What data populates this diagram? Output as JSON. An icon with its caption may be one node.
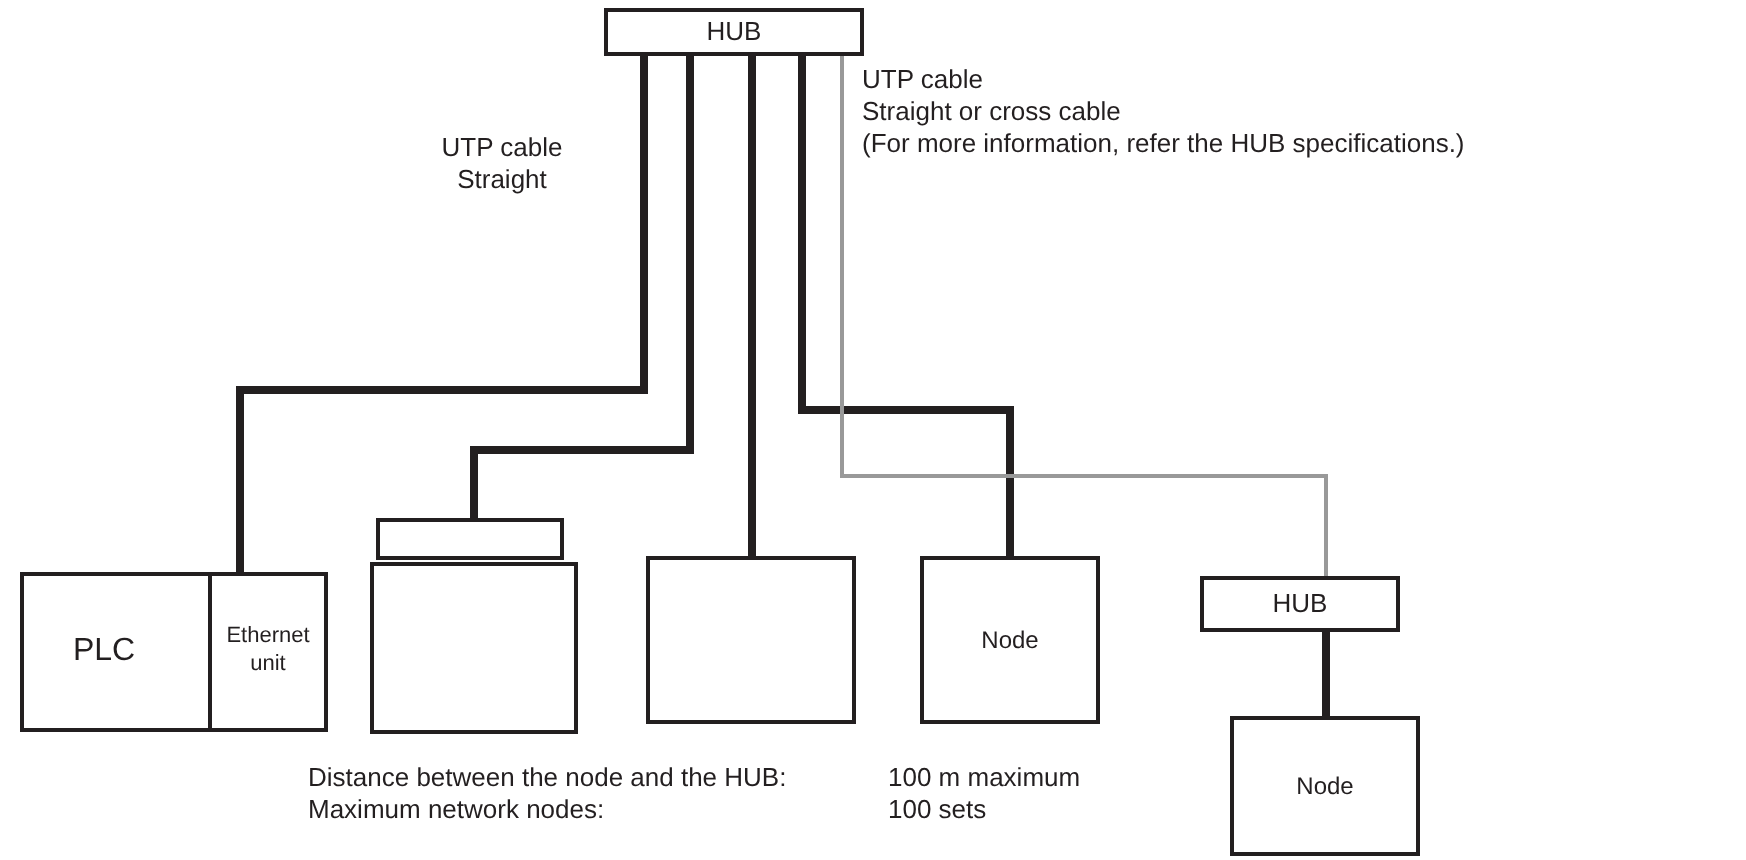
{
  "diagram": {
    "nodes": [
      {
        "text": [
          "HUB"
        ]
      },
      {
        "text": [
          "PLC"
        ]
      },
      {
        "text": [
          "Ethernet unit"
        ],
        "in": 1
      },
      {
        "text": [],
        "shape": "box"
      },
      {
        "text": [],
        "shape": "box"
      },
      {
        "text": [],
        "shape": "box"
      },
      {
        "text": [
          "Node"
        ]
      },
      {
        "text": [
          "HUB"
        ]
      },
      {
        "text": [
          "Node"
        ]
      }
    ],
    "edges": [
      {
        "from": 0,
        "to": 2,
        "arrow": "none"
      },
      {
        "from": 0,
        "to": 3,
        "arrow": "none"
      },
      {
        "from": 0,
        "to": 5,
        "arrow": "none"
      },
      {
        "from": 0,
        "to": 6,
        "arrow": "none"
      },
      {
        "from": 0,
        "to": 7,
        "arrow": "none",
        "color": "#999999"
      },
      {
        "from": 7,
        "to": 8,
        "arrow": "none"
      }
    ],
    "labels": [
      "UTP cable",
      "Straight",
      "UTP cable",
      "Straight or cross cable",
      "(For more information, refer the HUB specifications.)",
      "Distance between the node and the HUB:",
      "100 m maximum",
      "Maximum network nodes:",
      "100 sets"
    ]
  }
}
